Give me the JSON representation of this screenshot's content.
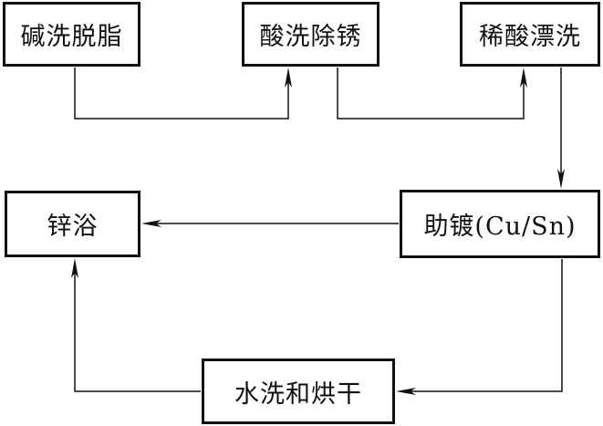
{
  "diagram": {
    "nodes": {
      "alkali_degrease": "碱洗脱脂",
      "acid_derust": "酸洗除锈",
      "dilute_acid_rinse": "稀酸漂洗",
      "zinc_bath": "锌浴",
      "fluxing": "助镀(Cu/Sn)",
      "wash_dry": "水洗和烘干"
    },
    "flow": [
      [
        "alkali_degrease",
        "acid_derust"
      ],
      [
        "acid_derust",
        "dilute_acid_rinse"
      ],
      [
        "dilute_acid_rinse",
        "fluxing"
      ],
      [
        "fluxing",
        "zinc_bath"
      ],
      [
        "fluxing",
        "wash_dry"
      ],
      [
        "wash_dry",
        "zinc_bath"
      ]
    ]
  }
}
